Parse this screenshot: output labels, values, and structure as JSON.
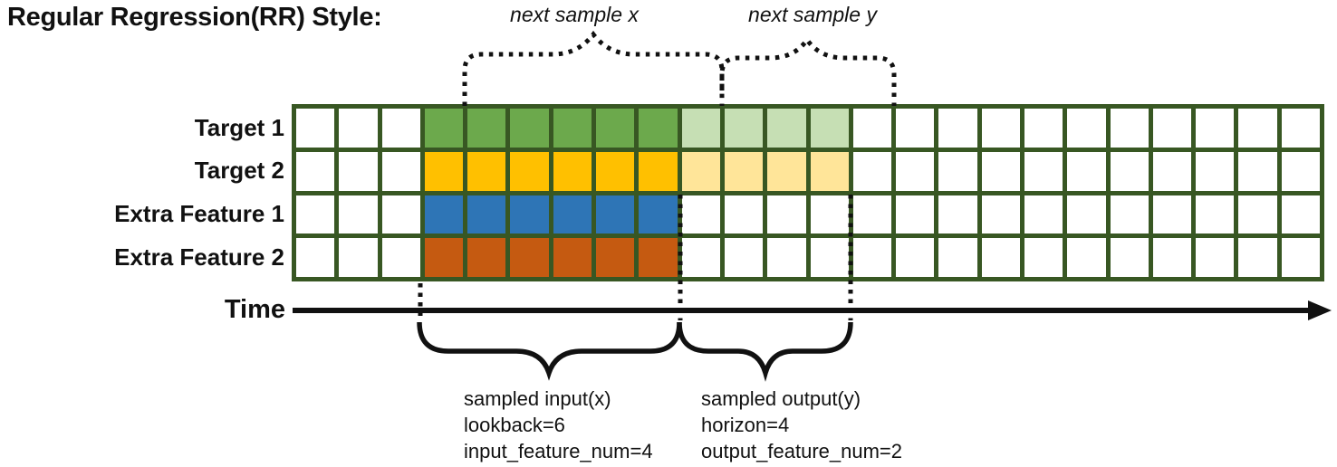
{
  "title": "Regular Regression(RR) Style:",
  "top_annotations": {
    "next_sample_x": "next sample x",
    "next_sample_y": "next sample y"
  },
  "grid": {
    "columns": 24,
    "border_color": "#385723",
    "cell_color": "#FFFFFF"
  },
  "rows": [
    {
      "label": "Target 1",
      "solid_fill": "#6CA94C",
      "light_fill": "#C6DFB4",
      "solid_range": [
        4,
        9
      ],
      "light_range": [
        10,
        13
      ]
    },
    {
      "label": "Target 2",
      "solid_fill": "#FFC000",
      "light_fill": "#FFE599",
      "solid_range": [
        4,
        9
      ],
      "light_range": [
        10,
        13
      ]
    },
    {
      "label": "Extra Feature 1",
      "solid_fill": "#2E75B6",
      "light_fill": null,
      "solid_range": [
        4,
        9
      ],
      "light_range": null
    },
    {
      "label": "Extra Feature 2",
      "solid_fill": "#C55A11",
      "light_fill": null,
      "solid_range": [
        4,
        9
      ],
      "light_range": null
    }
  ],
  "time_axis": {
    "label": "Time"
  },
  "bottom_annotations": {
    "input": {
      "lines": [
        "sampled input(x)",
        "lookback=6",
        "input_feature_num=4"
      ]
    },
    "output": {
      "lines": [
        "sampled output(y)",
        "horizon=4",
        "output_feature_num=2"
      ]
    }
  },
  "sample_params": {
    "lookback": 6,
    "horizon": 4,
    "input_feature_num": 4,
    "output_feature_num": 2
  }
}
